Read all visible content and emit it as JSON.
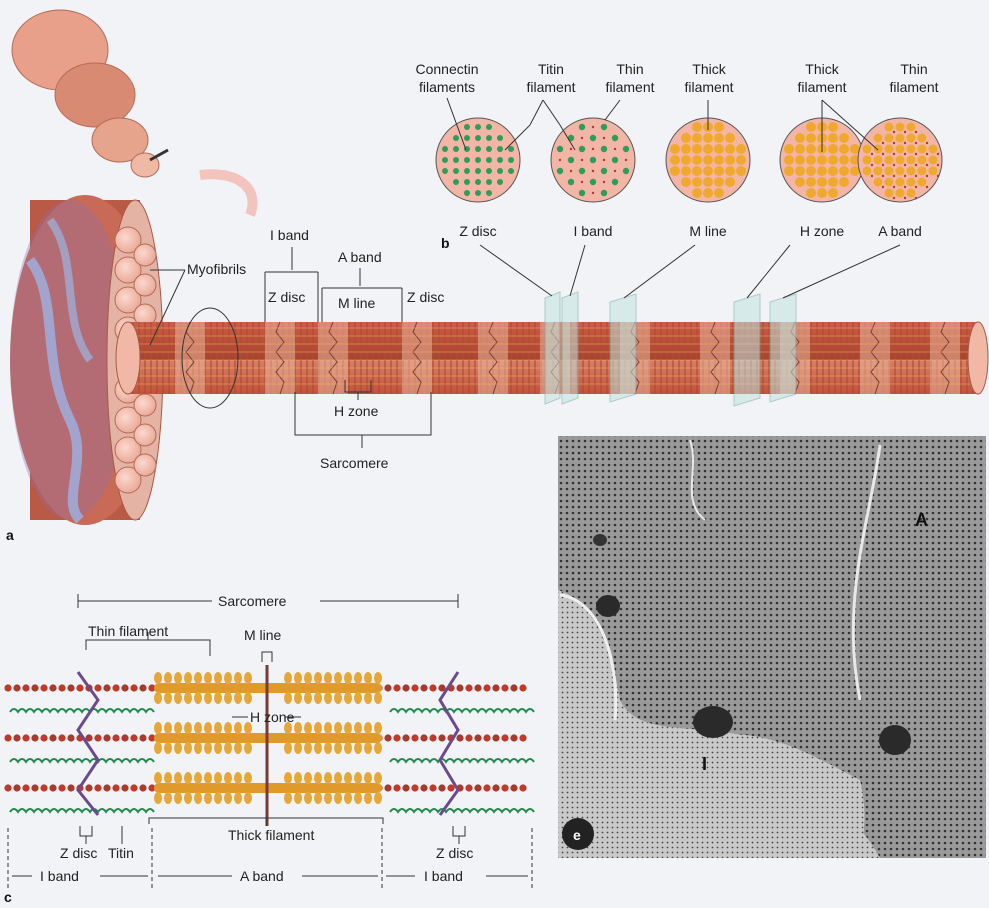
{
  "panels": {
    "a": "a",
    "b": "b",
    "c": "c",
    "e": "e"
  },
  "panel_a": {
    "myofibrils": "Myofibrils",
    "i_band": "I band",
    "z_disc_left": "Z disc",
    "a_band": "A band",
    "m_line": "M line",
    "z_disc_right": "Z disc",
    "h_zone": "H zone",
    "sarcomere": "Sarcomere"
  },
  "panel_b": {
    "circles": [
      {
        "top": [
          "Connectin",
          "filaments"
        ],
        "bottom": "Z disc"
      },
      {
        "top": [
          "Titin",
          "filament"
        ],
        "bottom": "I band"
      },
      {
        "top": [
          "Thin",
          "filament"
        ],
        "bottom": ""
      },
      {
        "top": [
          "Thick",
          "filament"
        ],
        "bottom": "M line"
      },
      {
        "top": [
          "Thick",
          "filament"
        ],
        "bottom": "H zone"
      },
      {
        "top": [
          "Thin",
          "filament"
        ],
        "bottom": "A band"
      }
    ]
  },
  "panel_c": {
    "sarcomere": "Sarcomere",
    "thin_filament": "Thin filament",
    "m_line": "M line",
    "h_zone": "H zone",
    "thick_filament": "Thick filament",
    "z_disc_left": "Z disc",
    "titin": "Titin",
    "z_disc_right": "Z disc",
    "i_band_left": "I band",
    "a_band": "A band",
    "i_band_right": "I band"
  },
  "panel_e": {
    "label_a": "A",
    "label_i": "I"
  },
  "colors": {
    "muscle": "#c8644c",
    "muscle_light": "#e9a58e",
    "stripe": "#e8c25a",
    "thin": "#c0392b",
    "thick": "#e09a2a",
    "titin": "#1f8a4c",
    "zdisc": "#6b4a8e",
    "em_bg": "#8a8a8a"
  }
}
